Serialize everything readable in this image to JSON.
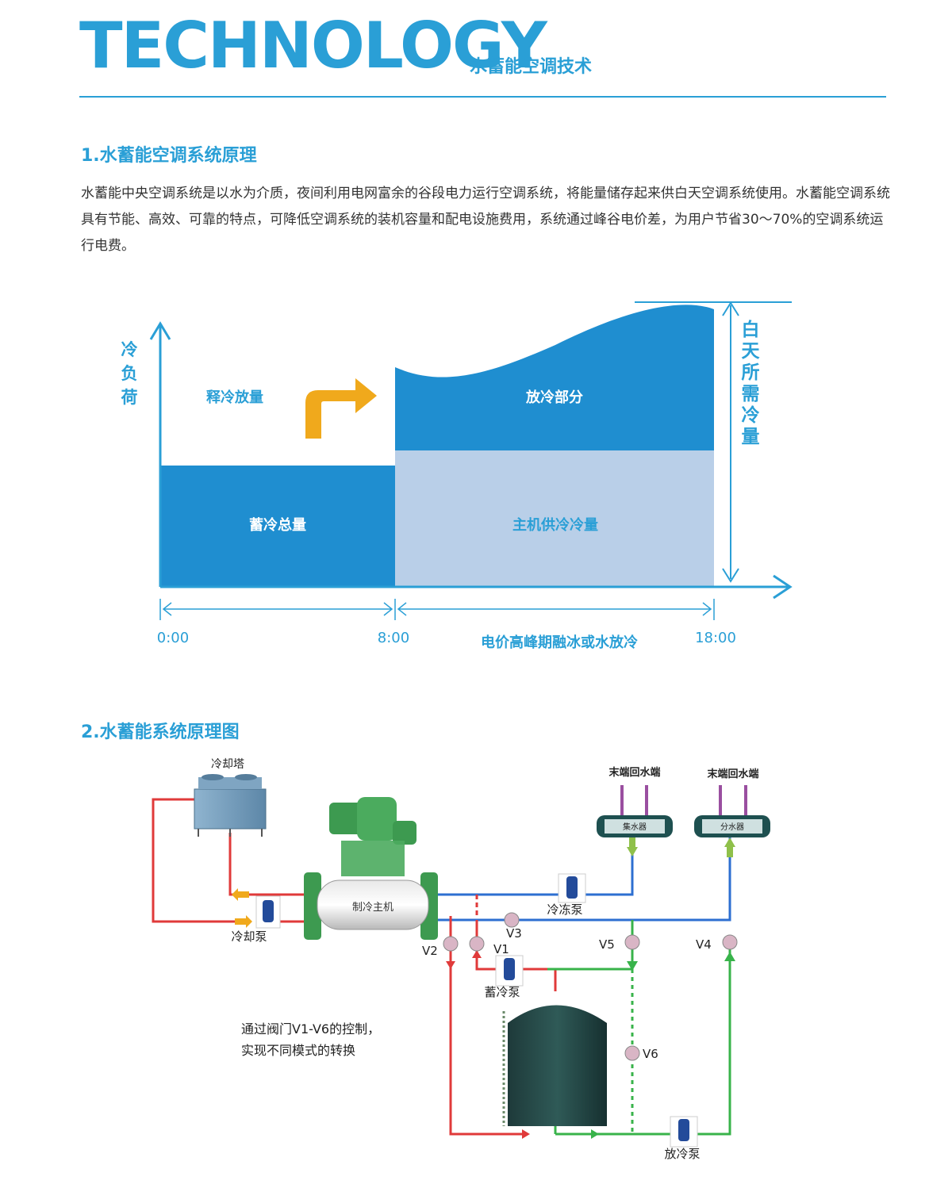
{
  "header": {
    "brand": "TECHNOLOGY",
    "subtitle": "水蓄能空调技术"
  },
  "section1": {
    "title": "1.水蓄能空调系统原理",
    "body": "水蓄能中央空调系统是以水为介质，夜间利用电网富余的谷段电力运行空调系统，将能量储存起来供白天空调系统使用。水蓄能空调系统具有节能、高效、可靠的特点，可降低空调系统的装机容量和配电设施费用，系统通过峰谷电价差，为用户节省30～70%的空调系统运行电费。"
  },
  "load_chart": {
    "y_axis_label": "冷负荷",
    "right_label": "白天所需冷量",
    "release_label": "释冷放量",
    "discharge_label": "放冷部分",
    "storage_label": "蓄冷总量",
    "host_label": "主机供冷冷量",
    "ticks": [
      "0:00",
      "8:00",
      "18:00"
    ],
    "peak_label": "电价高峰期融冰或水放冷"
  },
  "section2": {
    "title": "2.水蓄能系统原理图",
    "cooling_tower": "冷却塔",
    "chiller": "制冷主机",
    "cooling_pump": "冷却泵",
    "chilled_pump": "冷冻泵",
    "storage_pump": "蓄冷泵",
    "discharge_pump": "放冷泵",
    "return_end_1": "末端回水端",
    "return_end_2": "末端回水端",
    "collector": "集水器",
    "distributor": "分水器",
    "valves": [
      "V1",
      "V2",
      "V3",
      "V4",
      "V5",
      "V6"
    ],
    "note_line1": "通过阀门V1-V6的控制，",
    "note_line2": "实现不同模式的转换"
  },
  "colors": {
    "accent": "#2a9fd6",
    "dark_blue_fill": "#1f8ed0",
    "light_blue_fill": "#b9cfe8",
    "arrow_orange": "#f0a91c",
    "pipe_red": "#e03a3a",
    "pipe_green": "#38b34a",
    "pipe_blue": "#2d6fd1"
  }
}
